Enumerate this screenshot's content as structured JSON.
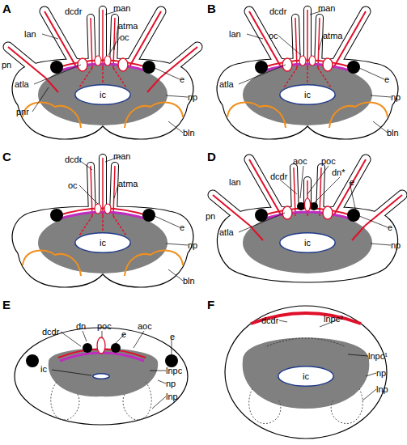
{
  "diagram": {
    "nodes": [
      {
        "text": [
          "ic"
        ]
      },
      {
        "text": [
          "ic"
        ]
      },
      {
        "text": [
          "ic"
        ]
      },
      {
        "text": [
          "ic"
        ]
      },
      {
        "text": [
          "ic"
        ]
      },
      {
        "text": [
          "ic"
        ]
      }
    ],
    "labels": [
      "A",
      "lan",
      "dcdr",
      "man",
      "atma",
      "oc",
      "pn",
      "atla",
      "e",
      "pnr",
      "np",
      "bln",
      "B",
      "lan",
      "dcdr",
      "man",
      "oc",
      "atma",
      "atla",
      "e",
      "np",
      "bln",
      "C",
      "dcdr",
      "man",
      "oc",
      "atma",
      "e",
      "np",
      "bln",
      "D",
      "aoc",
      "poc",
      "lan",
      "dcdr",
      "dn*",
      "e",
      "pn",
      "atla",
      "e",
      "np",
      "E",
      "dcdr",
      "dn",
      "poc",
      "e",
      "aoc",
      "e",
      "lnpc",
      "np",
      "lnp",
      "F",
      "dcdr",
      "lnpc²",
      "lnpc¹",
      "np",
      "lnp"
    ]
  }
}
